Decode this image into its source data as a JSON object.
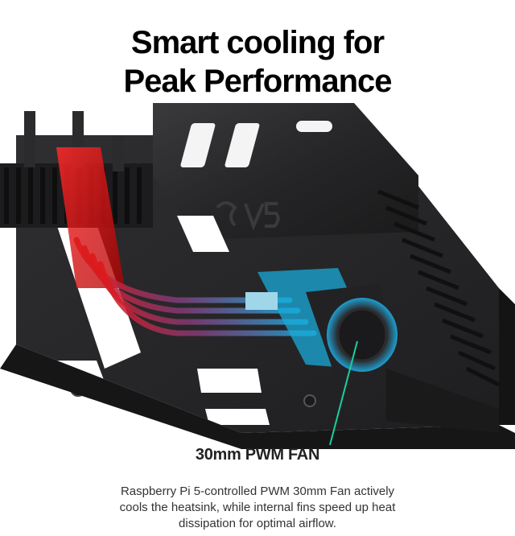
{
  "header": {
    "title_line1": "Smart cooling for",
    "title_line2": "Peak Performance"
  },
  "callout": {
    "label": "30mm PWM FAN"
  },
  "description": {
    "line1": "Raspberry Pi 5-controlled PWM 30mm Fan actively",
    "line2": "cools the heatsink, while internal fins speed up heat",
    "line3": "dissipation for optimal airflow."
  },
  "colors": {
    "hot": "#e01818",
    "cool": "#19a9d8",
    "case": "#2a2a2c"
  }
}
